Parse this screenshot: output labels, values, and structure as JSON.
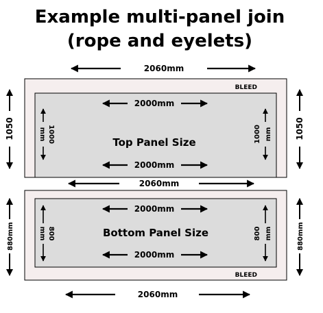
{
  "title": {
    "line1": "Example multi-panel join",
    "line2": "(rope and eyelets)"
  },
  "top_panel": {
    "outer_width": "2060mm",
    "outer_height": "1050",
    "bleed": "BLEED",
    "inner_width_top": "2000mm",
    "inner_width_bottom": "2000mm",
    "inner_height_left_a": "1000",
    "inner_height_left_b": "mm",
    "inner_height_right_a": "1000",
    "inner_height_right_b": "mm",
    "label": "Top Panel Size",
    "join_width": "2060mm"
  },
  "bottom_panel": {
    "outer_height": "880mm",
    "bleed": "BLEED",
    "inner_width_top": "2000mm",
    "inner_width_bottom": "2000mm",
    "inner_height_left_a": "800",
    "inner_height_left_b": "mm",
    "inner_height_right_a": "800",
    "inner_height_right_b": "mm",
    "label": "Bottom Panel Size",
    "outer_width": "2060mm"
  },
  "colors": {
    "bleed_fill": "#f5eeee",
    "panel_fill": "#dcdcdc",
    "stroke": "#000000"
  }
}
